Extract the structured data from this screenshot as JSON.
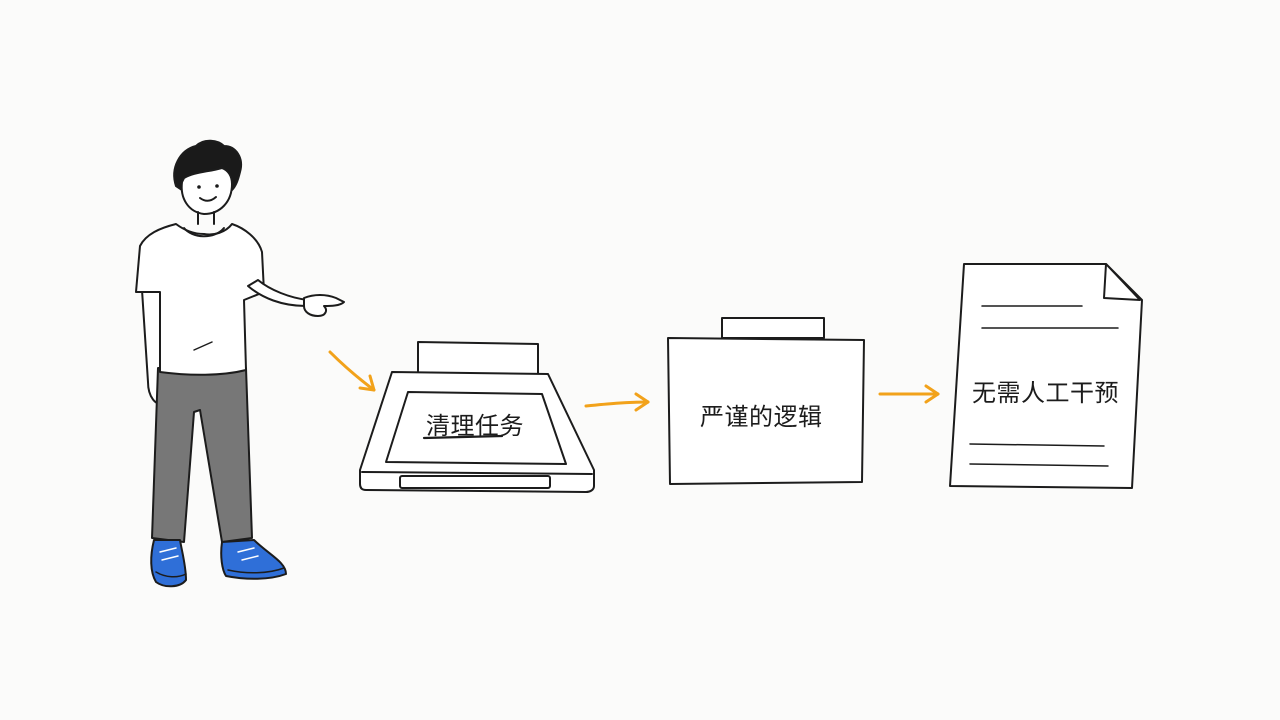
{
  "diagram": {
    "steps": [
      {
        "id": "tray",
        "label": "清理任务"
      },
      {
        "id": "box",
        "label": "严谨的逻辑"
      },
      {
        "id": "document",
        "label": "无需人工干预"
      }
    ],
    "colors": {
      "ink": "#1c1c1c",
      "arrow": "#f2a21a",
      "pants": "#777777",
      "shoes": "#2f6fd8",
      "paper": "#ffffff",
      "background": "#fbfbfa"
    }
  }
}
